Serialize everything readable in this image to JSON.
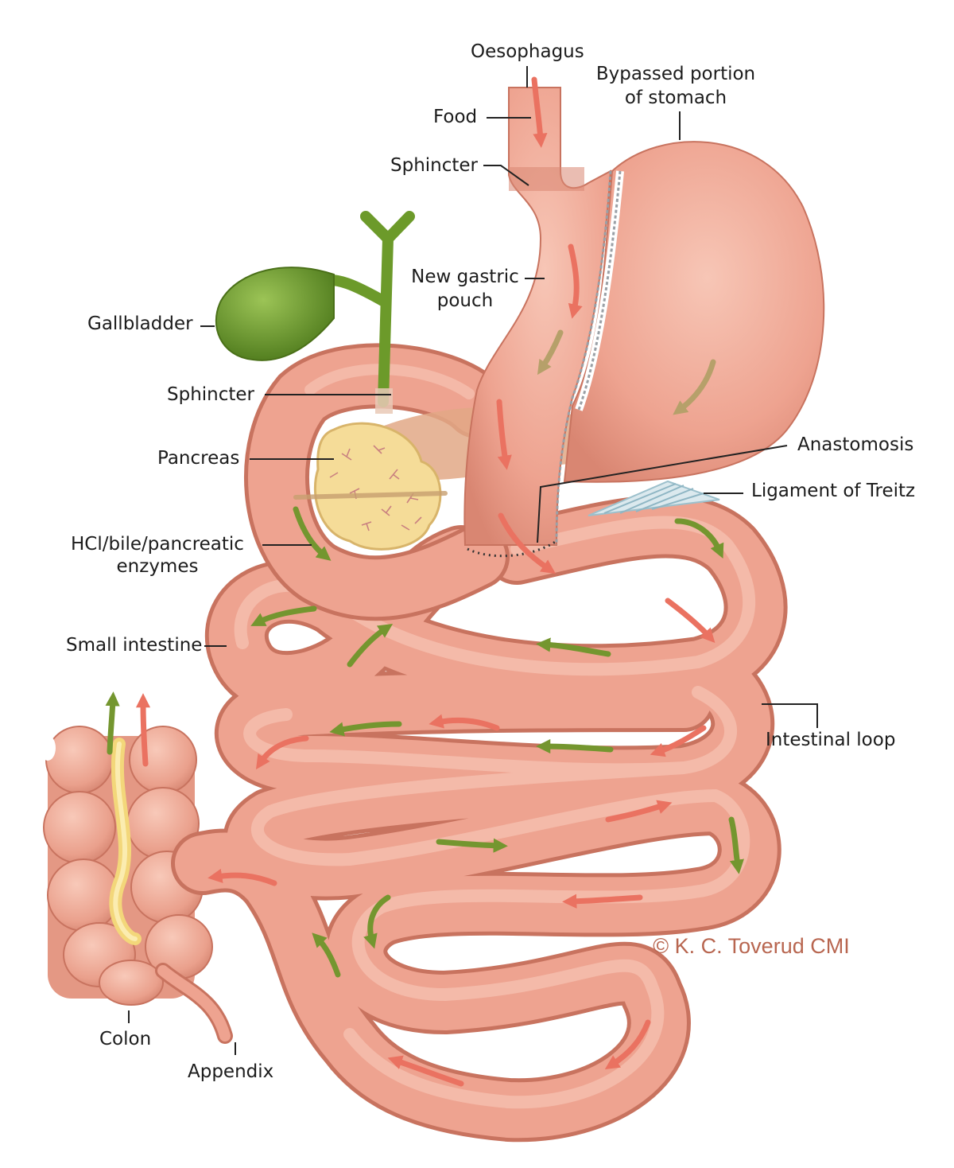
{
  "labels": {
    "oesophagus": "Oesophagus",
    "bypassed_1": "Bypassed portion",
    "bypassed_2": "of stomach",
    "food": "Food",
    "sphincter_top": "Sphincter",
    "new_pouch_1": "New gastric",
    "new_pouch_2": "pouch",
    "gallbladder": "Gallbladder",
    "sphincter_bile": "Sphincter",
    "pancreas": "Pancreas",
    "anastomosis": "Anastomosis",
    "ligament": "Ligament of Treitz",
    "hcl_1": "HCl/bile/pancreatic",
    "hcl_2": "enzymes",
    "small_intestine": "Small intestine",
    "intestinal_loop": "Intestinal loop",
    "colon": "Colon",
    "appendix": "Appendix"
  },
  "credit": "© K. C. Toverud CMI",
  "colors": {
    "tissue": "#eea390",
    "tissue_edge": "#c8735f",
    "tissue_light": "#f6c2b2",
    "food_arrow": "#ea7261",
    "bile_arrow": "#74962f",
    "gallbladder": "#6c9a2a",
    "pancreas": "#f5dc98",
    "credit": "#b86650",
    "leader": "#222222"
  },
  "icons": {
    "food_flow": "red-arrow-icon",
    "bile_flow": "green-arrow-icon"
  }
}
